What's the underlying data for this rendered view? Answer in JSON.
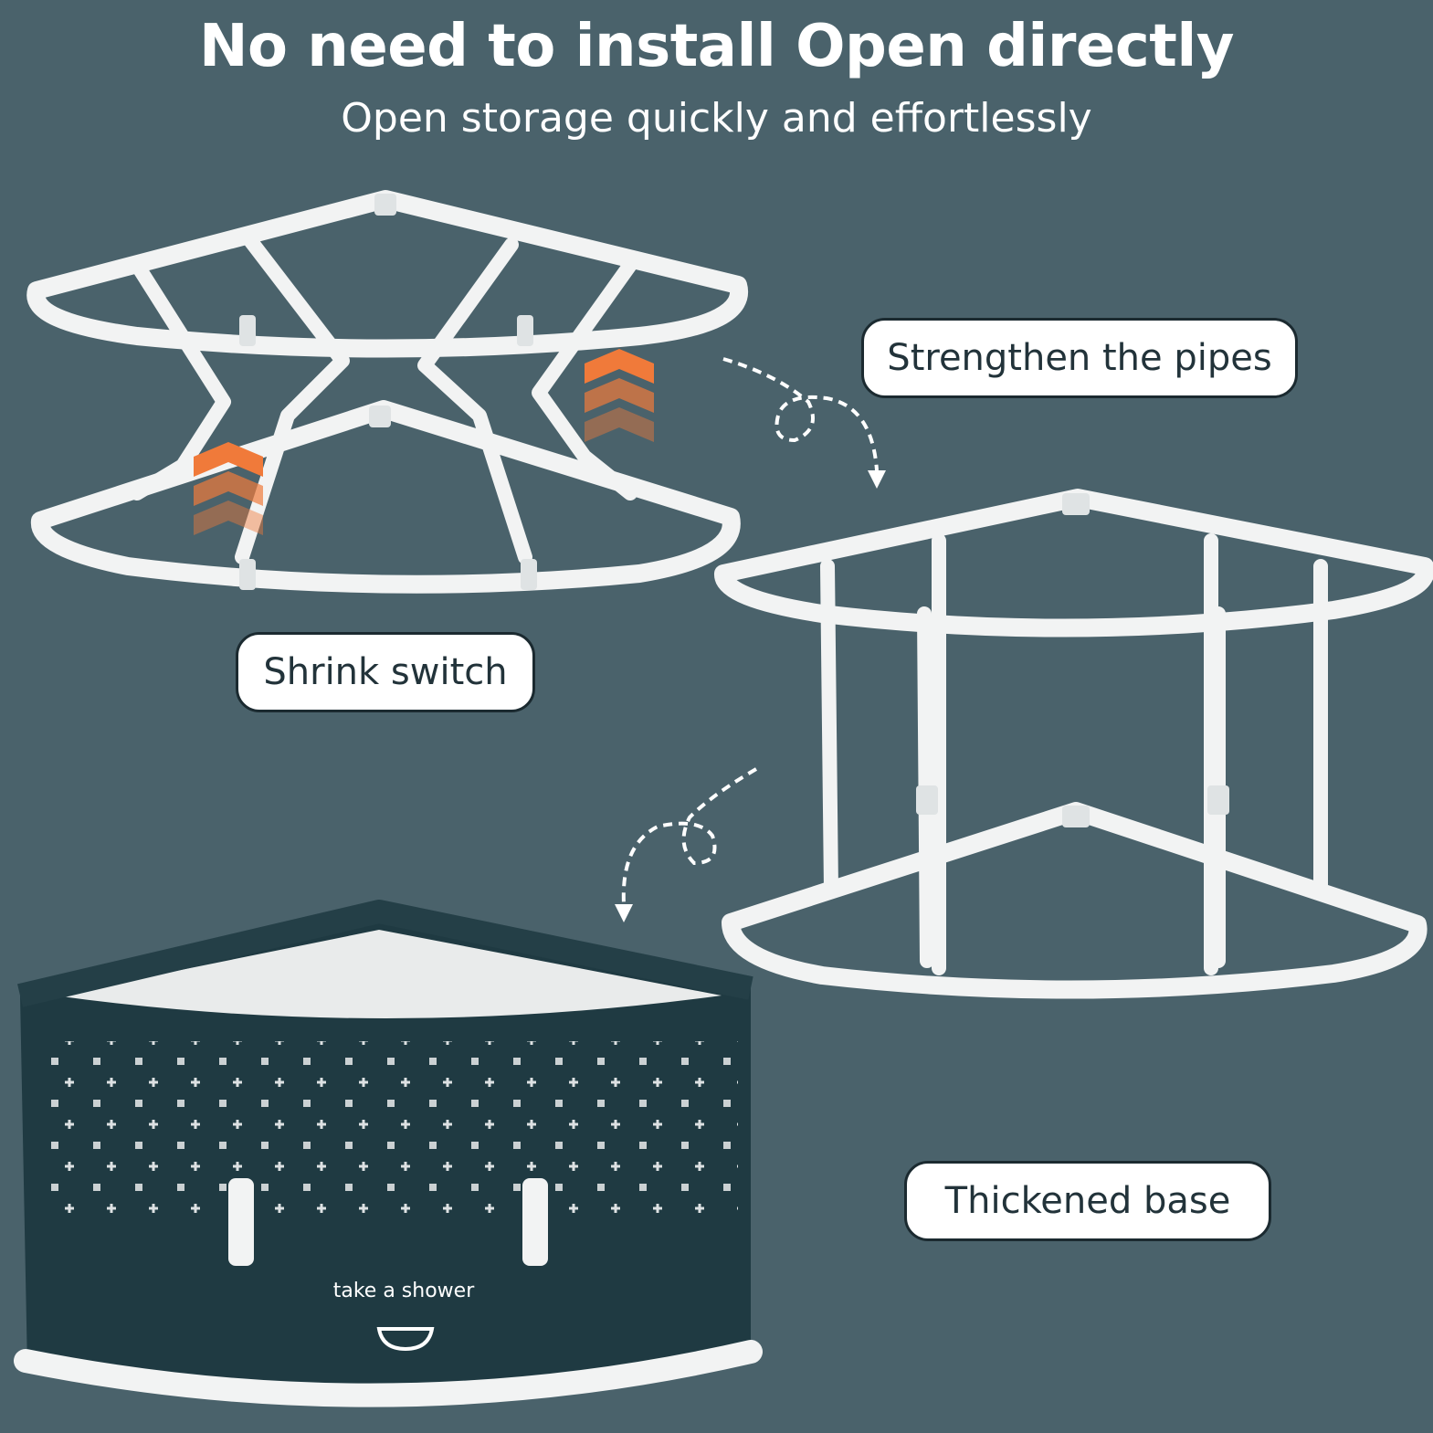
{
  "heading": {
    "title": "No need to install Open directly",
    "subtitle": "Open storage quickly and effortlessly"
  },
  "callouts": {
    "strengthen": "Strengthen the pipes",
    "shrink": "Shrink switch",
    "base": "Thickened base"
  },
  "product": {
    "label": "take a shower"
  },
  "colors": {
    "background": "#4a626b",
    "frame": "#f2f3f3",
    "tub": "#1f3a42",
    "arrow_accent": "#f07a3a"
  }
}
